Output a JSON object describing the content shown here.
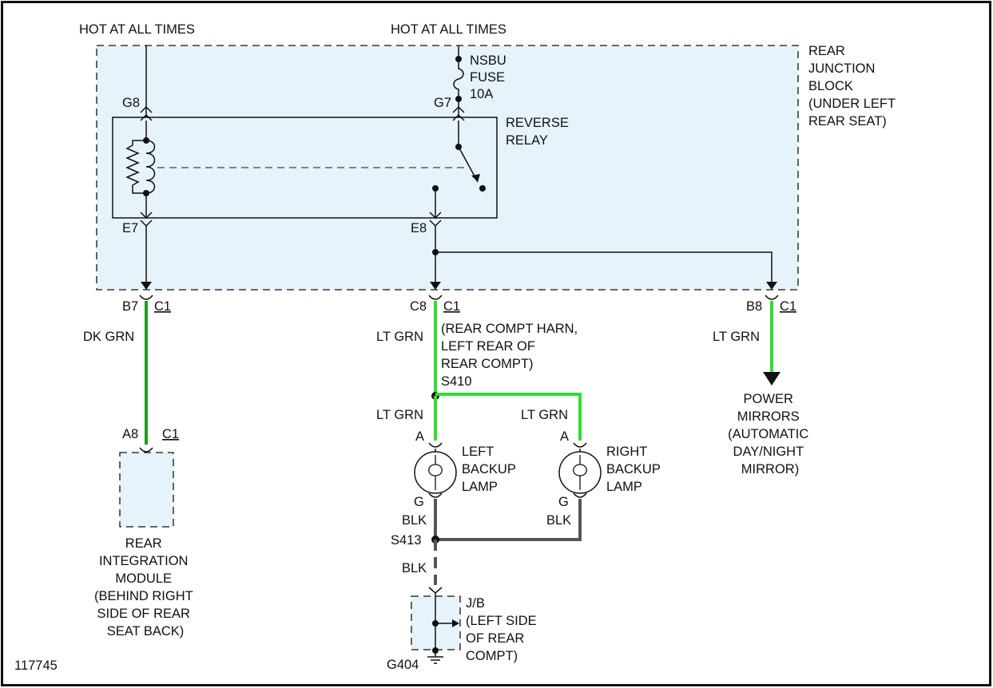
{
  "figure_id": "117745",
  "colors": {
    "block_fill": "#e6f3fb",
    "lt_grn": "#33dd33",
    "dk_grn": "#229922",
    "blk": "#555555",
    "line": "#111111"
  },
  "power": {
    "hot_left": "HOT AT ALL TIMES",
    "hot_right": "HOT AT ALL TIMES"
  },
  "junction_block": {
    "lines": [
      "REAR",
      "JUNCTION",
      "BLOCK",
      "(UNDER LEFT",
      "REAR SEAT)"
    ]
  },
  "fuse": {
    "lines": [
      "NSBU",
      "FUSE",
      "10A"
    ]
  },
  "relay": {
    "lines": [
      "REVERSE",
      "RELAY"
    ]
  },
  "pins": {
    "g8": "G8",
    "g7": "G7",
    "e7": "E7",
    "e8": "E8",
    "b7": "B7",
    "c8": "C8",
    "b8": "B8",
    "a8": "A8",
    "a_left": "A",
    "a_right": "A",
    "g_left": "G",
    "g_right": "G"
  },
  "connectors": {
    "c1_b7": "C1",
    "c1_c8": "C1",
    "c1_b8": "C1",
    "c1_a8": "C1"
  },
  "wires": {
    "dk_grn": "DK GRN",
    "lt_grn_c8": "LT GRN",
    "lt_grn_b8": "LT GRN",
    "lt_grn_left": "LT GRN",
    "lt_grn_right": "LT GRN",
    "blk_left": "BLK",
    "blk_right": "BLK",
    "blk_ground": "BLK"
  },
  "harness_note": {
    "lines": [
      "(REAR COMPT HARN,",
      "LEFT REAR OF",
      "REAR COMPT)"
    ]
  },
  "splices": {
    "s410": "S410",
    "s413": "S413"
  },
  "power_mirrors": {
    "lines": [
      "POWER",
      "MIRRORS",
      "(AUTOMATIC",
      "DAY/NIGHT",
      "MIRROR)"
    ]
  },
  "rear_module": {
    "lines": [
      "REAR",
      "INTEGRATION",
      "MODULE",
      "(BEHIND RIGHT",
      "SIDE OF REAR",
      "SEAT BACK)"
    ]
  },
  "left_lamp": {
    "lines": [
      "LEFT",
      "BACKUP",
      "LAMP"
    ]
  },
  "right_lamp": {
    "lines": [
      "RIGHT",
      "BACKUP",
      "LAMP"
    ]
  },
  "jb": {
    "lines": [
      "J/B",
      "(LEFT SIDE",
      "OF REAR",
      "COMPT)"
    ]
  },
  "ground": {
    "label": "G404"
  }
}
